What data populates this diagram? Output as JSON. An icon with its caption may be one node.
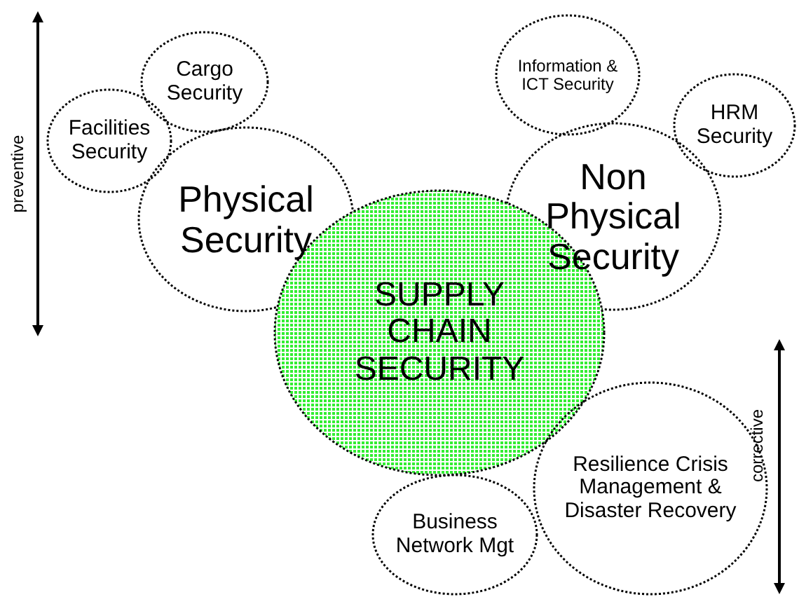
{
  "diagram": {
    "nodes": [
      {
        "text": [
          "Cargo Security"
        ]
      },
      {
        "text": [
          "Facilities Security"
        ]
      },
      {
        "text": [
          "Physical Security"
        ]
      },
      {
        "text": [
          "Information & ICT Security"
        ]
      },
      {
        "text": [
          "HRM Security"
        ]
      },
      {
        "text": [
          "Non Physical Security"
        ]
      },
      {
        "text": [
          "SUPPLY CHAIN SECURITY"
        ]
      },
      {
        "text": [
          "Business Network Mgt"
        ]
      },
      {
        "text": [
          "Resilience Crisis Management & Disaster Recovery"
        ]
      }
    ],
    "edges": [],
    "labels": [
      "preventive",
      "corrective"
    ]
  }
}
